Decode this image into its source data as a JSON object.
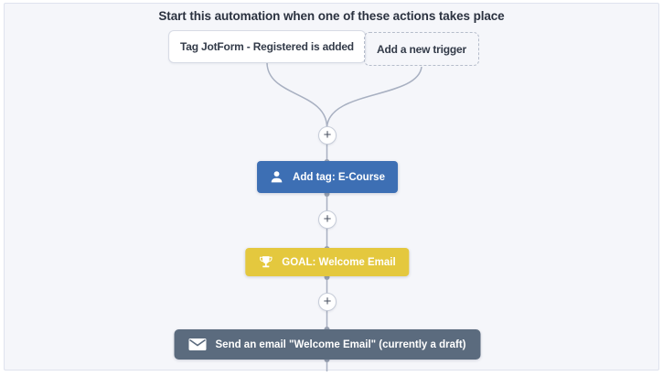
{
  "header": {
    "title": "Start this automation when one of these actions takes place"
  },
  "triggers": [
    {
      "label": "Tag JotForm - Registered is added",
      "kind": "existing-trigger"
    },
    {
      "label": "Add a new trigger",
      "kind": "add-new-trigger"
    }
  ],
  "flow": {
    "plus_label": "+",
    "nodes": [
      {
        "label": "Add tag: E-Course",
        "icon": "user-icon",
        "color": "#3d6fb4"
      },
      {
        "label": "GOAL: Welcome Email",
        "icon": "trophy-icon",
        "color": "#e4c83e"
      },
      {
        "label": "Send an email \"Welcome Email\" (currently a draft)",
        "icon": "envelope-icon",
        "color": "#5b6b7e"
      }
    ]
  },
  "colors": {
    "canvas_background": "#f5f6fa",
    "canvas_border": "#dfe3ee",
    "connector_line": "#a8b0c1",
    "connector_dot": "#99a2b2",
    "title_text": "#2b3240"
  }
}
